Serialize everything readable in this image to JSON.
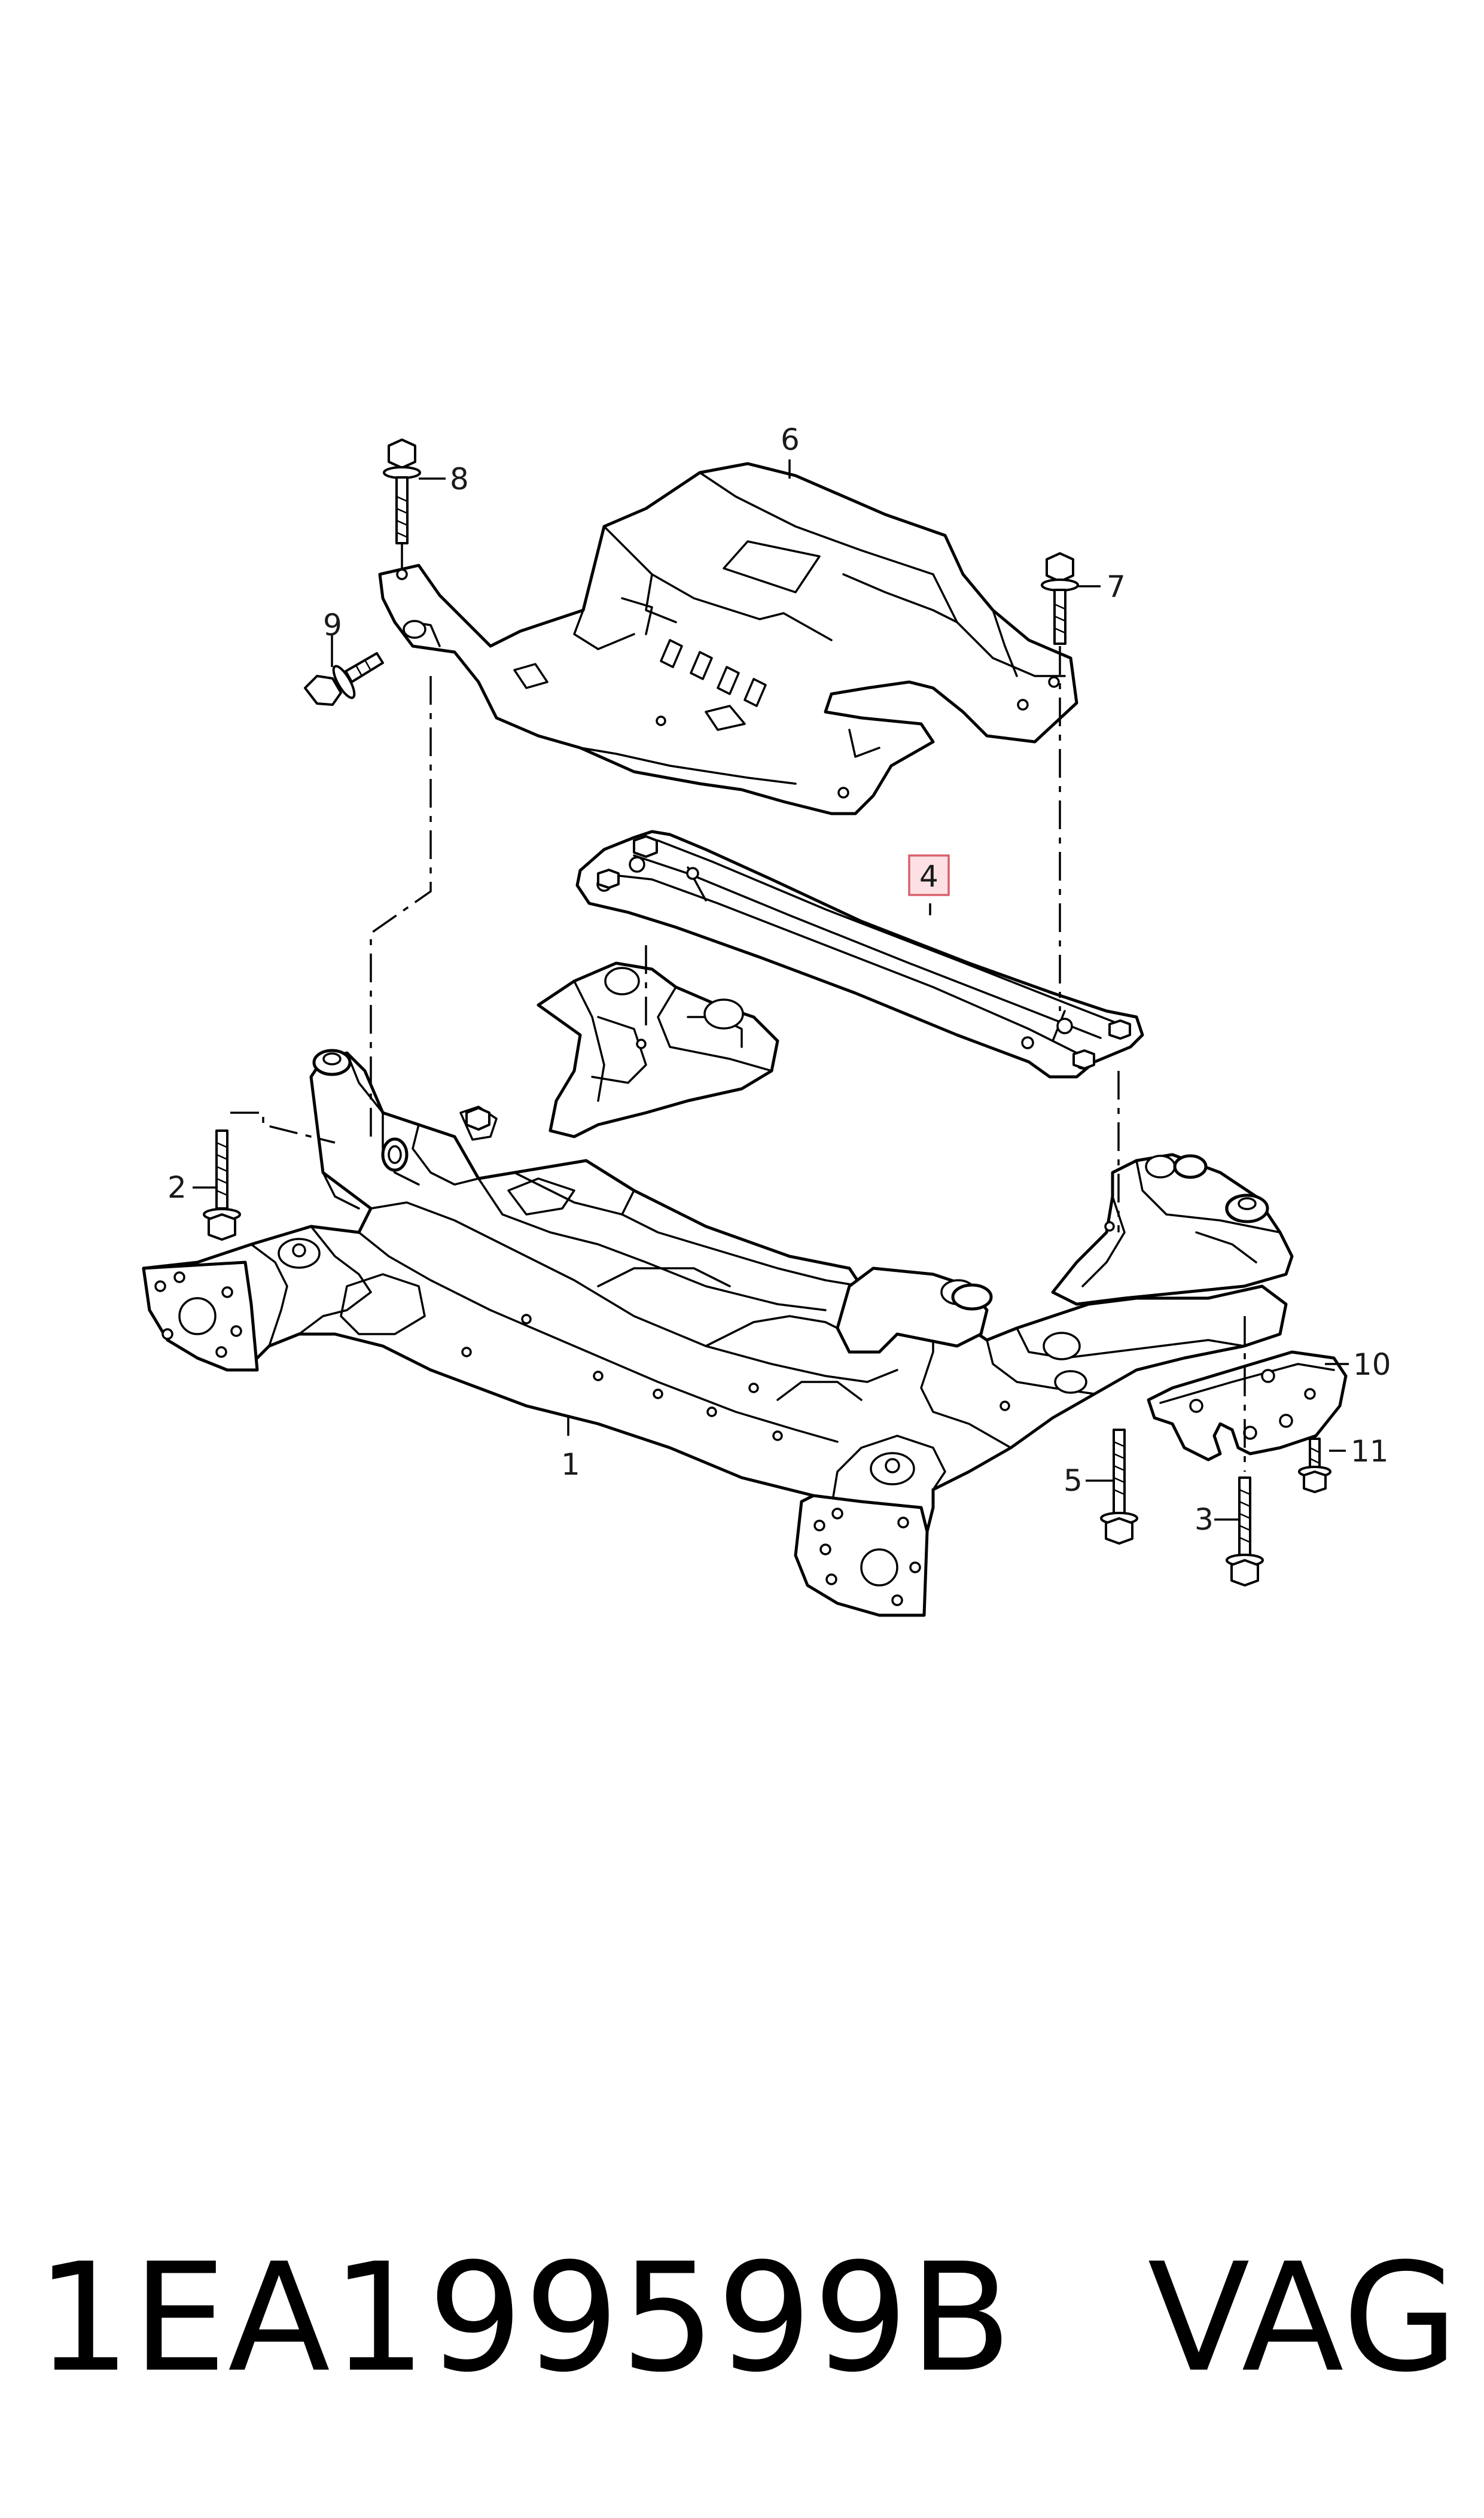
{
  "callouts": [
    {
      "id": "1",
      "label": "1",
      "highlighted": false
    },
    {
      "id": "2",
      "label": "2",
      "highlighted": false
    },
    {
      "id": "3",
      "label": "3",
      "highlighted": false
    },
    {
      "id": "4",
      "label": "4",
      "highlighted": true
    },
    {
      "id": "5",
      "label": "5",
      "highlighted": false
    },
    {
      "id": "6",
      "label": "6",
      "highlighted": false
    },
    {
      "id": "7",
      "label": "7",
      "highlighted": false
    },
    {
      "id": "8",
      "label": "8",
      "highlighted": false
    },
    {
      "id": "9",
      "label": "9",
      "highlighted": false
    },
    {
      "id": "10",
      "label": "10",
      "highlighted": false
    },
    {
      "id": "11",
      "label": "11",
      "highlighted": false
    }
  ],
  "footer": {
    "part_number": "1EA199599B",
    "brand": "VAG"
  },
  "colors": {
    "line": "#000000",
    "highlight_fill": "#fde0e4",
    "highlight_stroke": "#d9606e"
  }
}
